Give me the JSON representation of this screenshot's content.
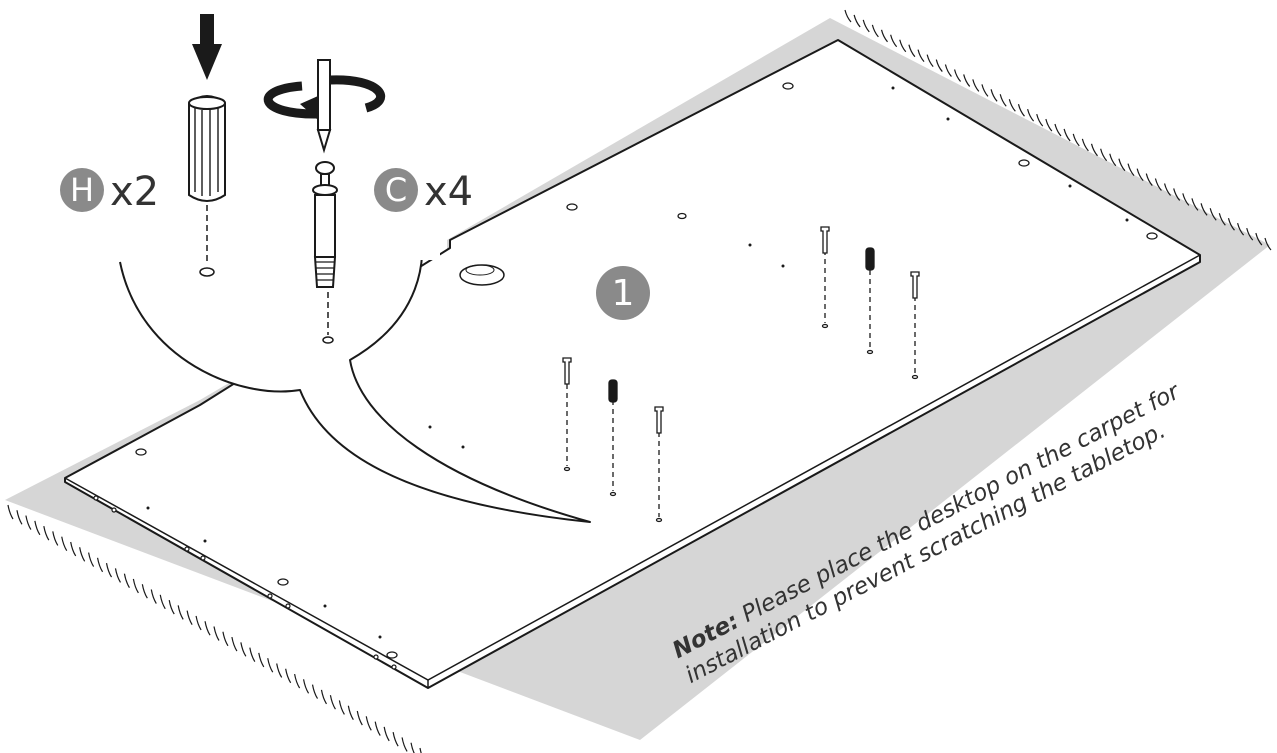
{
  "parts": [
    {
      "id": "part-h",
      "letter": "H",
      "quantity": "x2"
    },
    {
      "id": "part-c",
      "letter": "C",
      "quantity": "x4"
    }
  ],
  "step": {
    "number": "1"
  },
  "note": {
    "label": "Note:",
    "line1": "Please place the desktop on the carpet for",
    "line2": "installation to prevent scratching the tabletop."
  },
  "colors": {
    "badge": "#8a8a8a",
    "carpet": "#d6d6d6",
    "ink": "#1a1a1a",
    "text": "#333333"
  },
  "icons": [
    "down-arrow-icon",
    "rotate-arrow-icon",
    "screwdriver-icon",
    "dowel-icon",
    "cam-bolt-icon"
  ]
}
